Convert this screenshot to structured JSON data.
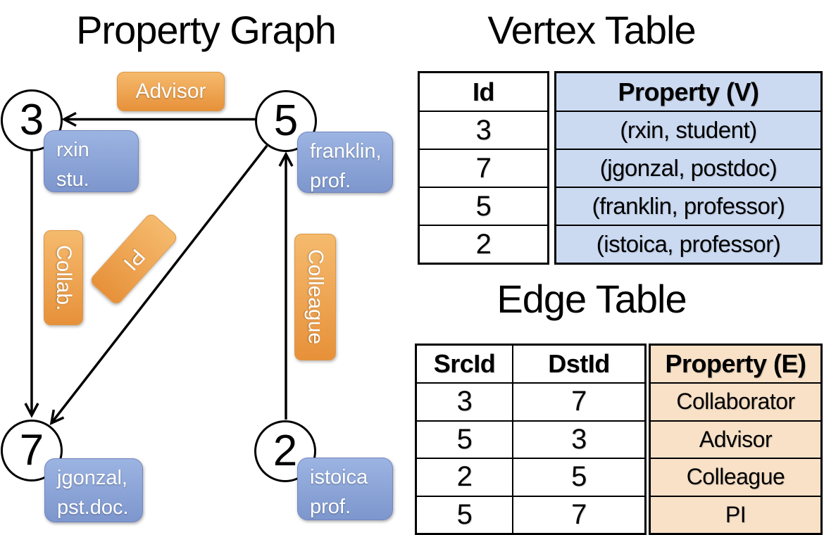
{
  "graph": {
    "title": "Property Graph",
    "nodes": [
      {
        "id": "3",
        "line1": "rxin",
        "line2": "stu."
      },
      {
        "id": "5",
        "line1": "franklin,",
        "line2": "prof."
      },
      {
        "id": "7",
        "line1": "jgonzal,",
        "line2": "pst.doc."
      },
      {
        "id": "2",
        "line1": "istoica",
        "line2": "prof."
      }
    ],
    "edges": [
      {
        "label": "Advisor",
        "src": "5",
        "dst": "3"
      },
      {
        "label": "Collab.",
        "src": "3",
        "dst": "7"
      },
      {
        "label": "PI",
        "src": "5",
        "dst": "7"
      },
      {
        "label": "Colleague",
        "src": "2",
        "dst": "5"
      }
    ]
  },
  "vertex_table": {
    "title": "Vertex Table",
    "columns": [
      "Id",
      "Property (V)"
    ],
    "rows": [
      [
        "3",
        "(rxin, student)"
      ],
      [
        "7",
        "(jgonzal, postdoc)"
      ],
      [
        "5",
        "(franklin, professor)"
      ],
      [
        "2",
        "(istoica, professor)"
      ]
    ]
  },
  "edge_table": {
    "title": "Edge Table",
    "columns": [
      "SrcId",
      "DstId",
      "Property (E)"
    ],
    "rows": [
      [
        "3",
        "7",
        "Collaborator"
      ],
      [
        "5",
        "3",
        "Advisor"
      ],
      [
        "2",
        "5",
        "Colleague"
      ],
      [
        "5",
        "7",
        "PI"
      ]
    ]
  },
  "colors": {
    "edge_label_gradient_top": "#F5BA6D",
    "edge_label_gradient_bottom": "#E7913A",
    "vertex_label_gradient_top": "#9CB4E2",
    "vertex_label_gradient_bottom": "#7D96CD",
    "vertex_property_fill": "#CBDAF1",
    "edge_property_fill": "#F8E1C7",
    "line_color": "#000000",
    "background": "#FFFFFF"
  }
}
